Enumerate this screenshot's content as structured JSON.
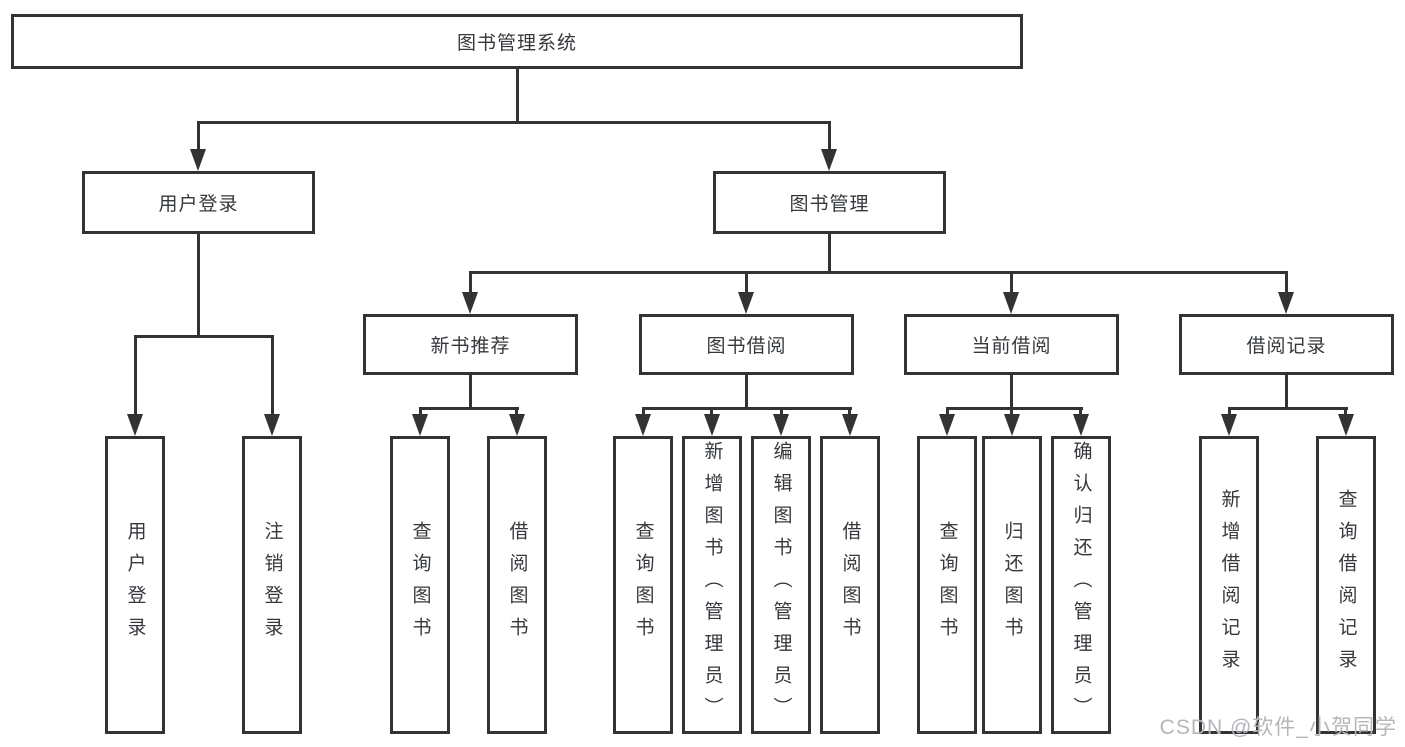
{
  "colors": {
    "line": "#333333",
    "text": "#35393d",
    "watermark": "#b3b7bb"
  },
  "tree": {
    "label": "图书管理系统",
    "children": [
      {
        "label": "用户登录",
        "children": [
          {
            "label": "用户登录"
          },
          {
            "label": "注销登录"
          }
        ]
      },
      {
        "label": "图书管理",
        "children": [
          {
            "label": "新书推荐",
            "children": [
              {
                "label": "查询图书"
              },
              {
                "label": "借阅图书"
              }
            ]
          },
          {
            "label": "图书借阅",
            "children": [
              {
                "label": "查询图书"
              },
              {
                "label": "新增图书（管理员）"
              },
              {
                "label": "编辑图书（管理员）"
              },
              {
                "label": "借阅图书"
              }
            ]
          },
          {
            "label": "当前借阅",
            "children": [
              {
                "label": "查询图书"
              },
              {
                "label": "归还图书"
              },
              {
                "label": "确认归还（管理员）"
              }
            ]
          },
          {
            "label": "借阅记录",
            "children": [
              {
                "label": "新增借阅记录"
              },
              {
                "label": "查询借阅记录"
              }
            ]
          }
        ]
      }
    ]
  },
  "watermark": {
    "text": "CSDN @软件_小贺同学"
  }
}
